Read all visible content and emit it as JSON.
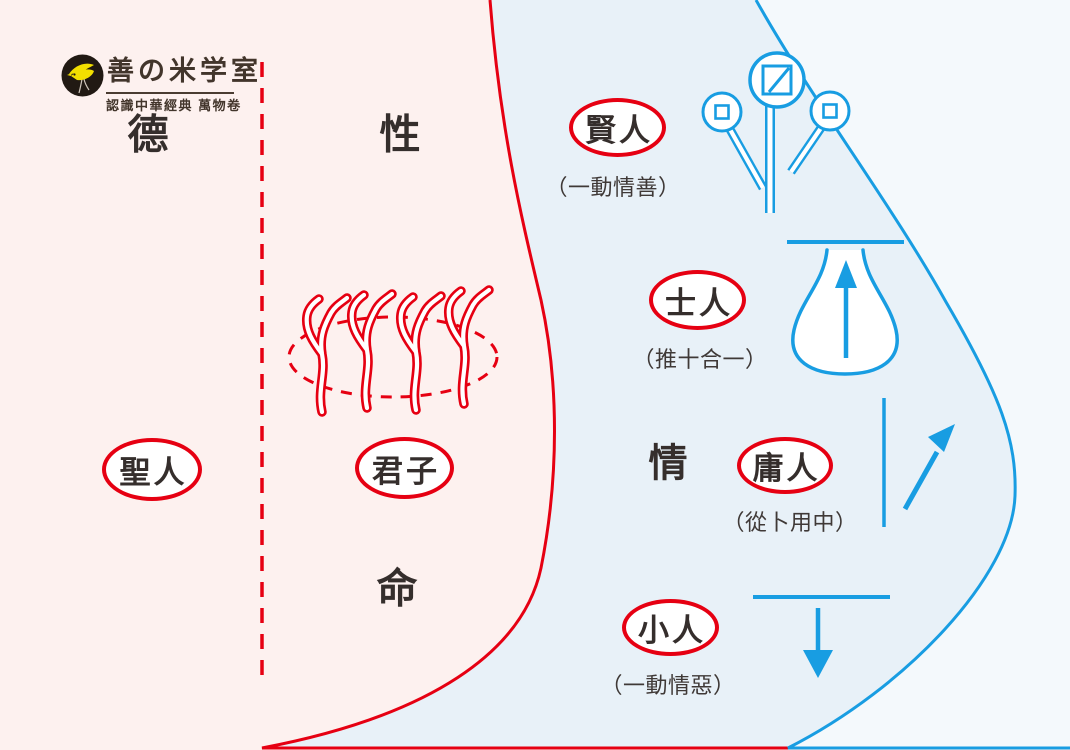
{
  "logo": {
    "title": "善の米学室",
    "subtitle": "認識中華經典 萬物卷"
  },
  "regions": {
    "left_top_label": "德",
    "center_top_label": "性",
    "center_bottom_label": "命",
    "right_label": "情"
  },
  "nodes": {
    "shengren": {
      "label": "聖人"
    },
    "junzi": {
      "label": "君子"
    },
    "xianren": {
      "label": "賢人",
      "note": "（一動情善）"
    },
    "shiren": {
      "label": "士人",
      "note": "（推十合一）"
    },
    "yongren": {
      "label": "庸人",
      "note": "（從卜用中）"
    },
    "xiaoren": {
      "label": "小人",
      "note": "（一動情惡）"
    }
  },
  "colors": {
    "red": "#e60012",
    "blue": "#189de2",
    "pink_bg": "#fdf1ef",
    "blue_bg": "#e8f1f8",
    "outer_blue_bg": "#f4f9fc",
    "text": "#3b3533"
  },
  "icons": [
    "logo-bird-icon",
    "sprouts-icon",
    "budding-plant-icon",
    "rising-drop-icon",
    "up-right-arrow-icon",
    "down-arrow-icon"
  ]
}
